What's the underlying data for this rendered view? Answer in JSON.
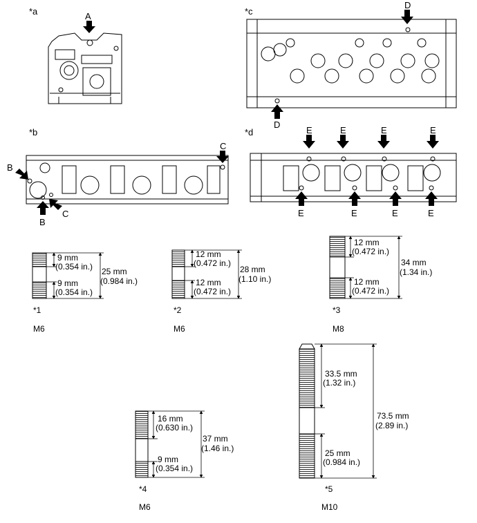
{
  "views": {
    "a": {
      "tag": "*a",
      "callouts": [
        "A"
      ]
    },
    "b": {
      "tag": "*b",
      "callouts": [
        "B",
        "C",
        "B",
        "C"
      ]
    },
    "c": {
      "tag": "*c",
      "callouts": [
        "D",
        "D"
      ]
    },
    "d": {
      "tag": "*d",
      "callouts": [
        "E",
        "E",
        "E",
        "E",
        "E",
        "E",
        "E",
        "E"
      ]
    }
  },
  "studs": [
    {
      "id": "*1",
      "thread": "M6",
      "upper": {
        "mm": "9 mm",
        "in": "(0.354 in.)"
      },
      "lower": {
        "mm": "9 mm",
        "in": "(0.354 in.)"
      },
      "total": {
        "mm": "25 mm",
        "in": "(0.984 in.)"
      }
    },
    {
      "id": "*2",
      "thread": "M6",
      "upper": {
        "mm": "12 mm",
        "in": "(0.472 in.)"
      },
      "lower": {
        "mm": "12 mm",
        "in": "(0.472 in.)"
      },
      "total": {
        "mm": "28 mm",
        "in": "(1.10 in.)"
      }
    },
    {
      "id": "*3",
      "thread": "M8",
      "upper": {
        "mm": "12 mm",
        "in": "(0.472 in.)"
      },
      "lower": {
        "mm": "12 mm",
        "in": "(0.472 in.)"
      },
      "total": {
        "mm": "34 mm",
        "in": "(1.34 in.)"
      }
    },
    {
      "id": "*4",
      "thread": "M6",
      "upper": {
        "mm": "16 mm",
        "in": "(0.630 in.)"
      },
      "lower": {
        "mm": "9 mm",
        "in": "(0.354 in.)"
      },
      "total": {
        "mm": "37 mm",
        "in": "(1.46 in.)"
      }
    },
    {
      "id": "*5",
      "thread": "M10",
      "upper": {
        "mm": "33.5 mm",
        "in": "(1.32 in.)"
      },
      "lower": {
        "mm": "25 mm",
        "in": "(0.984 in.)"
      },
      "total": {
        "mm": "73.5 mm",
        "in": "(2.89 in.)"
      }
    }
  ]
}
